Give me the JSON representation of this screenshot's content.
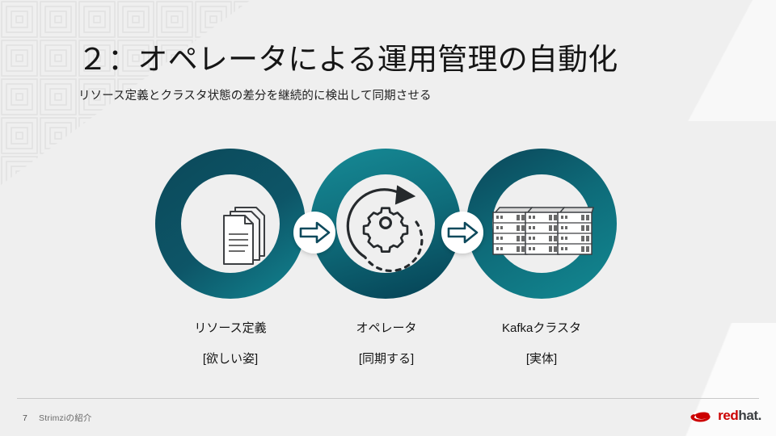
{
  "slide": {
    "title": "２：オペレータによる運用管理の自動化",
    "subtitle": "リソース定義とクラスタ状態の差分を継続的に検出して同期させる",
    "background_color": "#efefef"
  },
  "diagram": {
    "type": "three-ring-flow",
    "rings": [
      {
        "id": "resource-definition",
        "icon": "documents-icon",
        "label_primary": "リソース定義",
        "label_secondary": "[欲しい姿]",
        "color_top": "#0d4b5c",
        "color_bottom": "#0f7c8a"
      },
      {
        "id": "operator",
        "icon": "gear-sync-icon",
        "label_primary": "オペレータ",
        "label_secondary": "[同期する]",
        "color_top": "#148490",
        "color_bottom": "#084a5a"
      },
      {
        "id": "kafka-cluster",
        "icon": "server-rack-icon",
        "label_primary": "Kafkaクラスタ",
        "label_secondary": "[実体]",
        "color_top": "#0c4d5e",
        "color_bottom": "#11838f"
      }
    ],
    "connectors": [
      {
        "id": "arrow-1",
        "icon": "arrow-right-icon",
        "color": "#0b4a5c"
      },
      {
        "id": "arrow-2",
        "icon": "arrow-right-icon",
        "color": "#0b4a5c"
      }
    ],
    "inner_circle_color": "#efefef",
    "icon_stroke_color": "#3c3f42"
  },
  "footer": {
    "page_number": "7",
    "deck_title": "Strimziの紹介",
    "rule_color": "#c9c9c9"
  },
  "logo": {
    "name": "red-hat-logo",
    "word_red": "red",
    "word_dark": "hat.",
    "brand_red": "#cc0000",
    "brand_dark": "#3c3f42"
  }
}
